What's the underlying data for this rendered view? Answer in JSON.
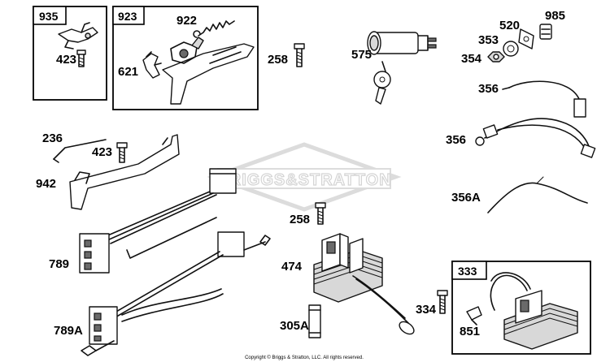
{
  "boxes": {
    "b935": "935",
    "b923": "923",
    "b333": "333"
  },
  "labels": {
    "p935_423": "423",
    "p922": "922",
    "p621": "621",
    "p258a": "258",
    "p575": "575",
    "p985": "985",
    "p520": "520",
    "p353": "353",
    "p354": "354",
    "p356a": "356",
    "p356b": "356",
    "p356A": "356A",
    "p236": "236",
    "p423": "423",
    "p942": "942",
    "p789": "789",
    "p789A": "789A",
    "p258b": "258",
    "p474": "474",
    "p305A": "305A",
    "p334": "334",
    "p851": "851"
  },
  "watermark": "BRIGGS&STRATTON",
  "copyright": "Copyright © Briggs & Stratton, LLC. All rights reserved."
}
